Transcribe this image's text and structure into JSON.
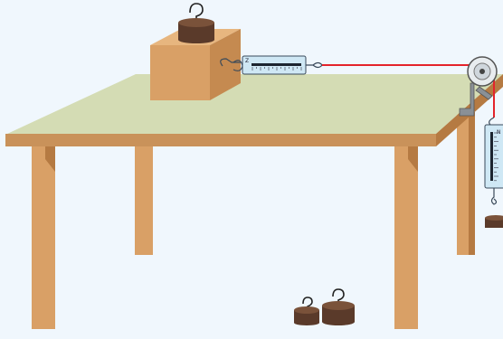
{
  "colors": {
    "background": "#f0f7fd",
    "table_top": "#d4dcb4",
    "table_edge": "#c9925a",
    "table_leg": "#d9a066",
    "table_leg_shadow": "#b57a42",
    "block_front": "#d9a066",
    "block_top": "#e7b67f",
    "block_side": "#c58a50",
    "string": "#e4232b",
    "scale_body": "#cfe8f5",
    "scale_outline": "#3a4a5a",
    "weight_body": "#5a3a2a",
    "weight_top": "#7a523a",
    "pulley": "#e8ecef",
    "clamp": "#8a9096"
  },
  "horizontal_scale": {
    "unit_mark": "Z",
    "orientation": "horizontal"
  },
  "vertical_scale": {
    "unit_mark": "N",
    "orientation": "vertical"
  },
  "objects": {
    "block_on_table": "wooden-block",
    "weight_on_block": "hook-weight",
    "hanging_weight": "hook-weight",
    "weights_on_floor": [
      "hook-weight",
      "hook-weight"
    ]
  }
}
